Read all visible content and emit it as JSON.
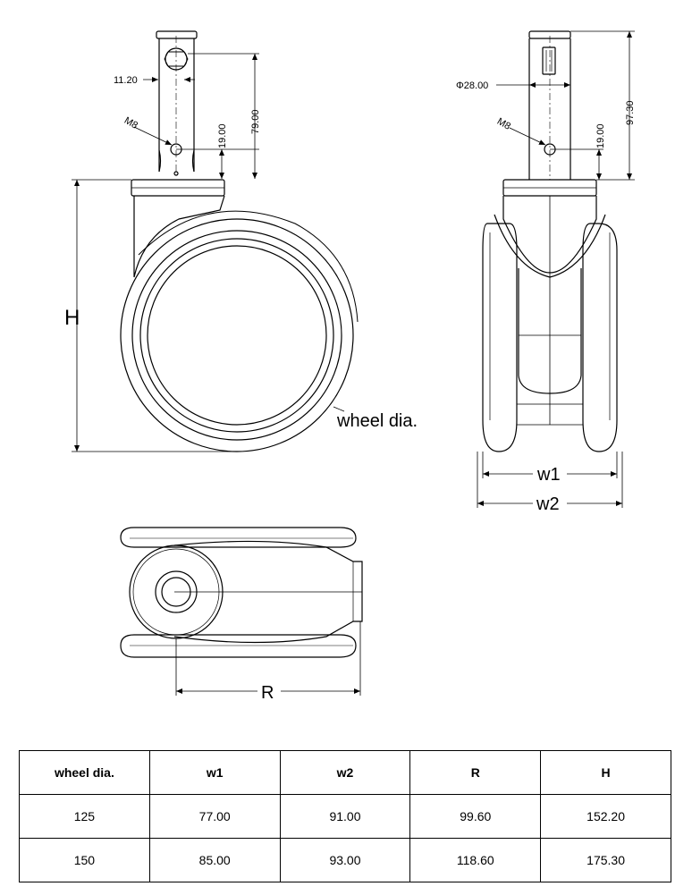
{
  "drawing": {
    "side": {
      "dim_slot": "11.20",
      "label_thread": "M8",
      "dim_hole": "19.00",
      "dim_stem": "79.00",
      "label_height": "H",
      "label_wheel": "wheel dia."
    },
    "front": {
      "dim_stem_dia": "Φ28.00",
      "label_thread": "M8",
      "dim_hole": "19.00",
      "dim_stem": "97.30",
      "label_w1": "w1",
      "label_w2": "w2"
    },
    "top": {
      "label_r": "R"
    }
  },
  "table": {
    "headers": [
      "wheel dia.",
      "w1",
      "w2",
      "R",
      "H"
    ],
    "rows": [
      [
        "125",
        "77.00",
        "91.00",
        "99.60",
        "152.20"
      ],
      [
        "150",
        "85.00",
        "93.00",
        "118.60",
        "175.30"
      ]
    ]
  }
}
